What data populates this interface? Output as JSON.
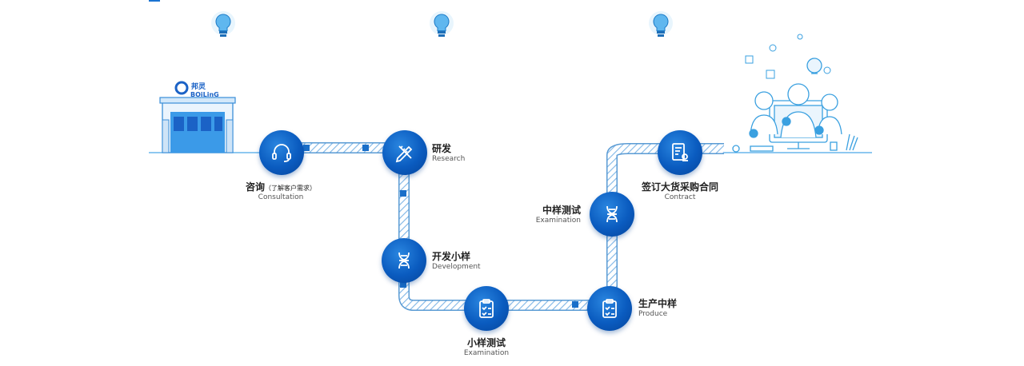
{
  "company": {
    "logo_cn": "邦灵",
    "logo_en": "BOiLinG"
  },
  "steps": [
    {
      "id": "consultation",
      "cn": "咨询",
      "note": "（了解客户需求）",
      "en": "Consultation",
      "icon": "headset-icon"
    },
    {
      "id": "research",
      "cn": "研发",
      "en": "Research",
      "icon": "pencil-ruler-icon"
    },
    {
      "id": "development",
      "cn": "开发小样",
      "en": "Development",
      "icon": "dna-icon"
    },
    {
      "id": "sample-test",
      "cn": "小样测试",
      "en": "Examination",
      "icon": "clipboard-check-icon"
    },
    {
      "id": "produce",
      "cn": "生产中样",
      "en": "Produce",
      "icon": "clipboard-check-icon"
    },
    {
      "id": "mid-test",
      "cn": "中样测试",
      "en": "Examination",
      "icon": "dna-icon"
    },
    {
      "id": "contract",
      "cn": "签订大货采购合同",
      "en": "Contract",
      "icon": "contract-icon"
    }
  ],
  "colors": {
    "node": "#0a5bbf",
    "line": "#7fb6e6",
    "accent": "#1a73d1",
    "illustration": "#3aa0e0"
  }
}
